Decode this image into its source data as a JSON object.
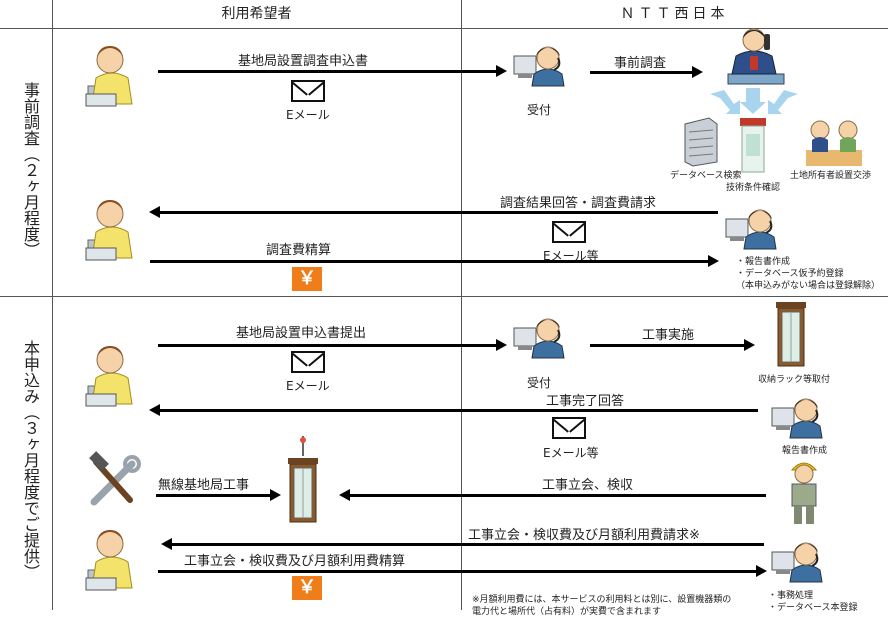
{
  "columns": {
    "applicant": "利用希望者",
    "ntt": "ＮＴＴ西日本"
  },
  "sections": {
    "prelim": "事前調査（２ヶ月程度）",
    "main": "本申込み（３ヶ月程度でご提供）"
  },
  "prelim": {
    "apply_label": "基地局設置調査申込書",
    "email1": "Eメール",
    "reception1": "受付",
    "survey": "事前調査",
    "database_search": "データベース検索",
    "tech_check": "技術条件確認",
    "land_owner": "土地所有者設置交渉",
    "result_reply": "調査結果回答・調査費請求",
    "email_etc1": "Eメール等",
    "fee_settle": "調査費精算",
    "yen": "￥",
    "report_notes": [
      "・報告書作成",
      "・データベース仮予約登録",
      "（本申込みがない場合は登録解除）"
    ]
  },
  "main": {
    "apply_submit": "基地局設置申込書提出",
    "email2": "Eメール",
    "reception2": "受付",
    "construction": "工事実施",
    "rack_install": "収納ラック等取付",
    "completion_reply": "工事完了回答",
    "email_etc2": "Eメール等",
    "report_create": "報告書作成",
    "radio_work": "無線基地局工事",
    "inspection": "工事立会、検収",
    "monthly_request": "工事立会・検収費及び月額利用費請求※",
    "monthly_settle": "工事立会・検収費及び月額利用費精算",
    "yen": "￥",
    "office_notes": [
      "・事務処理",
      "・データベース本登録"
    ],
    "footnote_lines": [
      "※月額利用費には、本サービスの利用料とは別に、設置機器類の",
      "電力代と場所代（占有料）が実費で含まれます"
    ]
  }
}
